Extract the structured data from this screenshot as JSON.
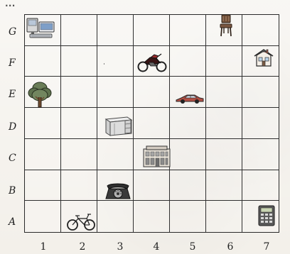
{
  "header_fragment": "...",
  "grid": {
    "rows": [
      "G",
      "F",
      "E",
      "D",
      "C",
      "B",
      "A"
    ],
    "columns": [
      "1",
      "2",
      "3",
      "4",
      "5",
      "6",
      "7"
    ]
  },
  "items": [
    {
      "name": "computer",
      "cell": "G1"
    },
    {
      "name": "chair",
      "cell": "G6"
    },
    {
      "name": "motorcycle",
      "cell": "F4"
    },
    {
      "name": "house",
      "cell": "F7"
    },
    {
      "name": "tree",
      "cell": "E1"
    },
    {
      "name": "car",
      "cell": "E5"
    },
    {
      "name": "desk",
      "cell": "D3"
    },
    {
      "name": "building",
      "cell": "C4"
    },
    {
      "name": "telephone",
      "cell": "B3"
    },
    {
      "name": "bicycle",
      "cell": "A2"
    },
    {
      "name": "calculator",
      "cell": "A7"
    }
  ]
}
